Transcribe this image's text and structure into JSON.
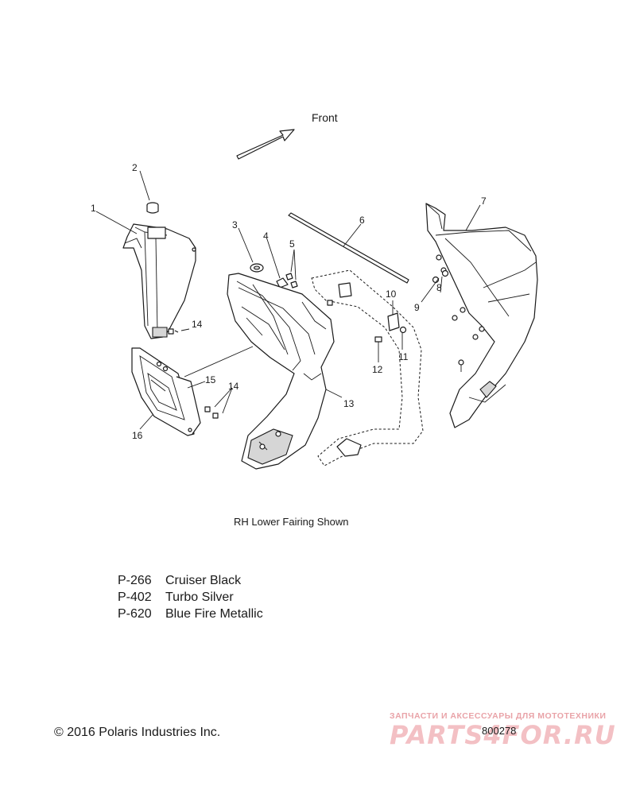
{
  "diagram": {
    "direction_label": "Front",
    "caption": "RH Lower Fairing Shown",
    "callouts": [
      "1",
      "2",
      "3",
      "4",
      "5",
      "6",
      "7",
      "8",
      "9",
      "10",
      "11",
      "12",
      "13",
      "14",
      "14",
      "15",
      "16"
    ],
    "paint_codes": [
      {
        "code": "P-266",
        "name": "Cruiser Black"
      },
      {
        "code": "P-402",
        "name": "Turbo Silver"
      },
      {
        "code": "P-620",
        "name": "Blue Fire Metallic"
      }
    ],
    "copyright": "© 2016 Polaris Industries Inc.",
    "drawing_number": "800278"
  },
  "watermark": {
    "tagline": "ЗАПЧАСТИ И АКСЕССУАРЫ ДЛЯ МОТОТЕХНИКИ",
    "brand": "PARTS4FOR.RU"
  }
}
